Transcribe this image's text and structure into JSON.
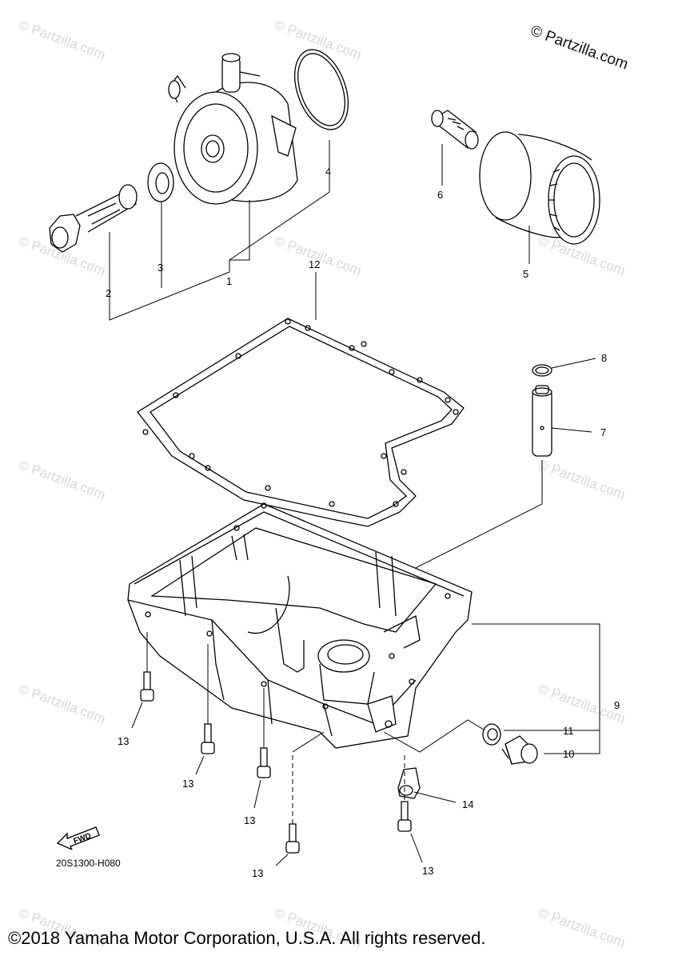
{
  "watermark": {
    "site_text": "© Partzilla.com",
    "corner_text": "© Partzilla.com"
  },
  "callouts": [
    {
      "id": "1",
      "label": "1"
    },
    {
      "id": "2",
      "label": "2"
    },
    {
      "id": "3",
      "label": "3"
    },
    {
      "id": "4",
      "label": "4"
    },
    {
      "id": "5",
      "label": "5"
    },
    {
      "id": "6",
      "label": "6"
    },
    {
      "id": "7",
      "label": "7"
    },
    {
      "id": "8",
      "label": "8"
    },
    {
      "id": "9",
      "label": "9"
    },
    {
      "id": "10",
      "label": "10"
    },
    {
      "id": "11",
      "label": "11"
    },
    {
      "id": "12",
      "label": "12"
    },
    {
      "id": "13a",
      "label": "13"
    },
    {
      "id": "13b",
      "label": "13"
    },
    {
      "id": "13c",
      "label": "13"
    },
    {
      "id": "13d",
      "label": "13"
    },
    {
      "id": "13e",
      "label": "13"
    },
    {
      "id": "14",
      "label": "14"
    }
  ],
  "diagram_code": "20S1300-H080",
  "fwd_label": "FWD",
  "copyright": "©2018 Yamaha Motor Corporation, U.S.A. All rights reserved."
}
